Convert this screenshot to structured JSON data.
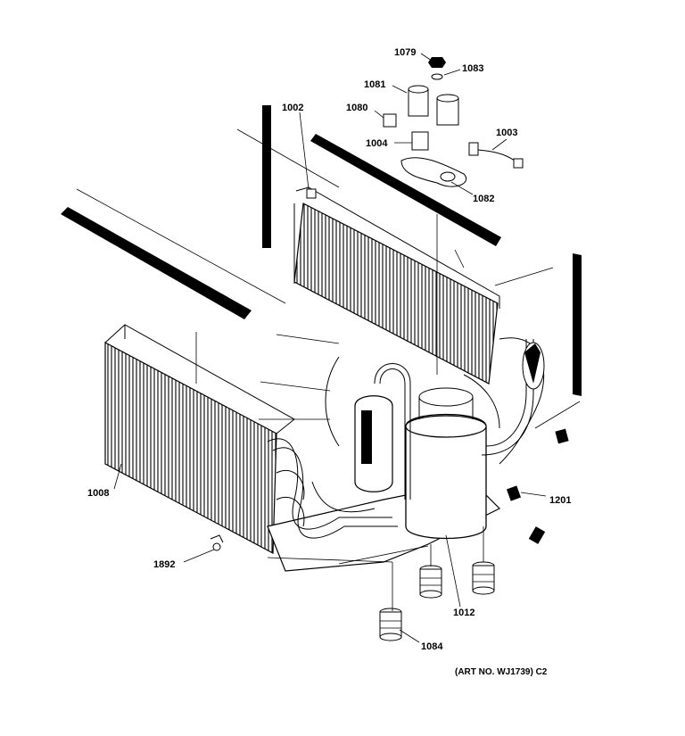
{
  "parts": {
    "p1079": "1079",
    "p1083": "1083",
    "p1081": "1081",
    "p1080": "1080",
    "p1002": "1002",
    "p1003": "1003",
    "p1004": "1004",
    "p1082": "1082",
    "p1008": "1008",
    "p1201": "1201",
    "p1892": "1892",
    "p1012": "1012",
    "p1084": "1084"
  },
  "art_number": "(ART NO. WJ1739) C2"
}
